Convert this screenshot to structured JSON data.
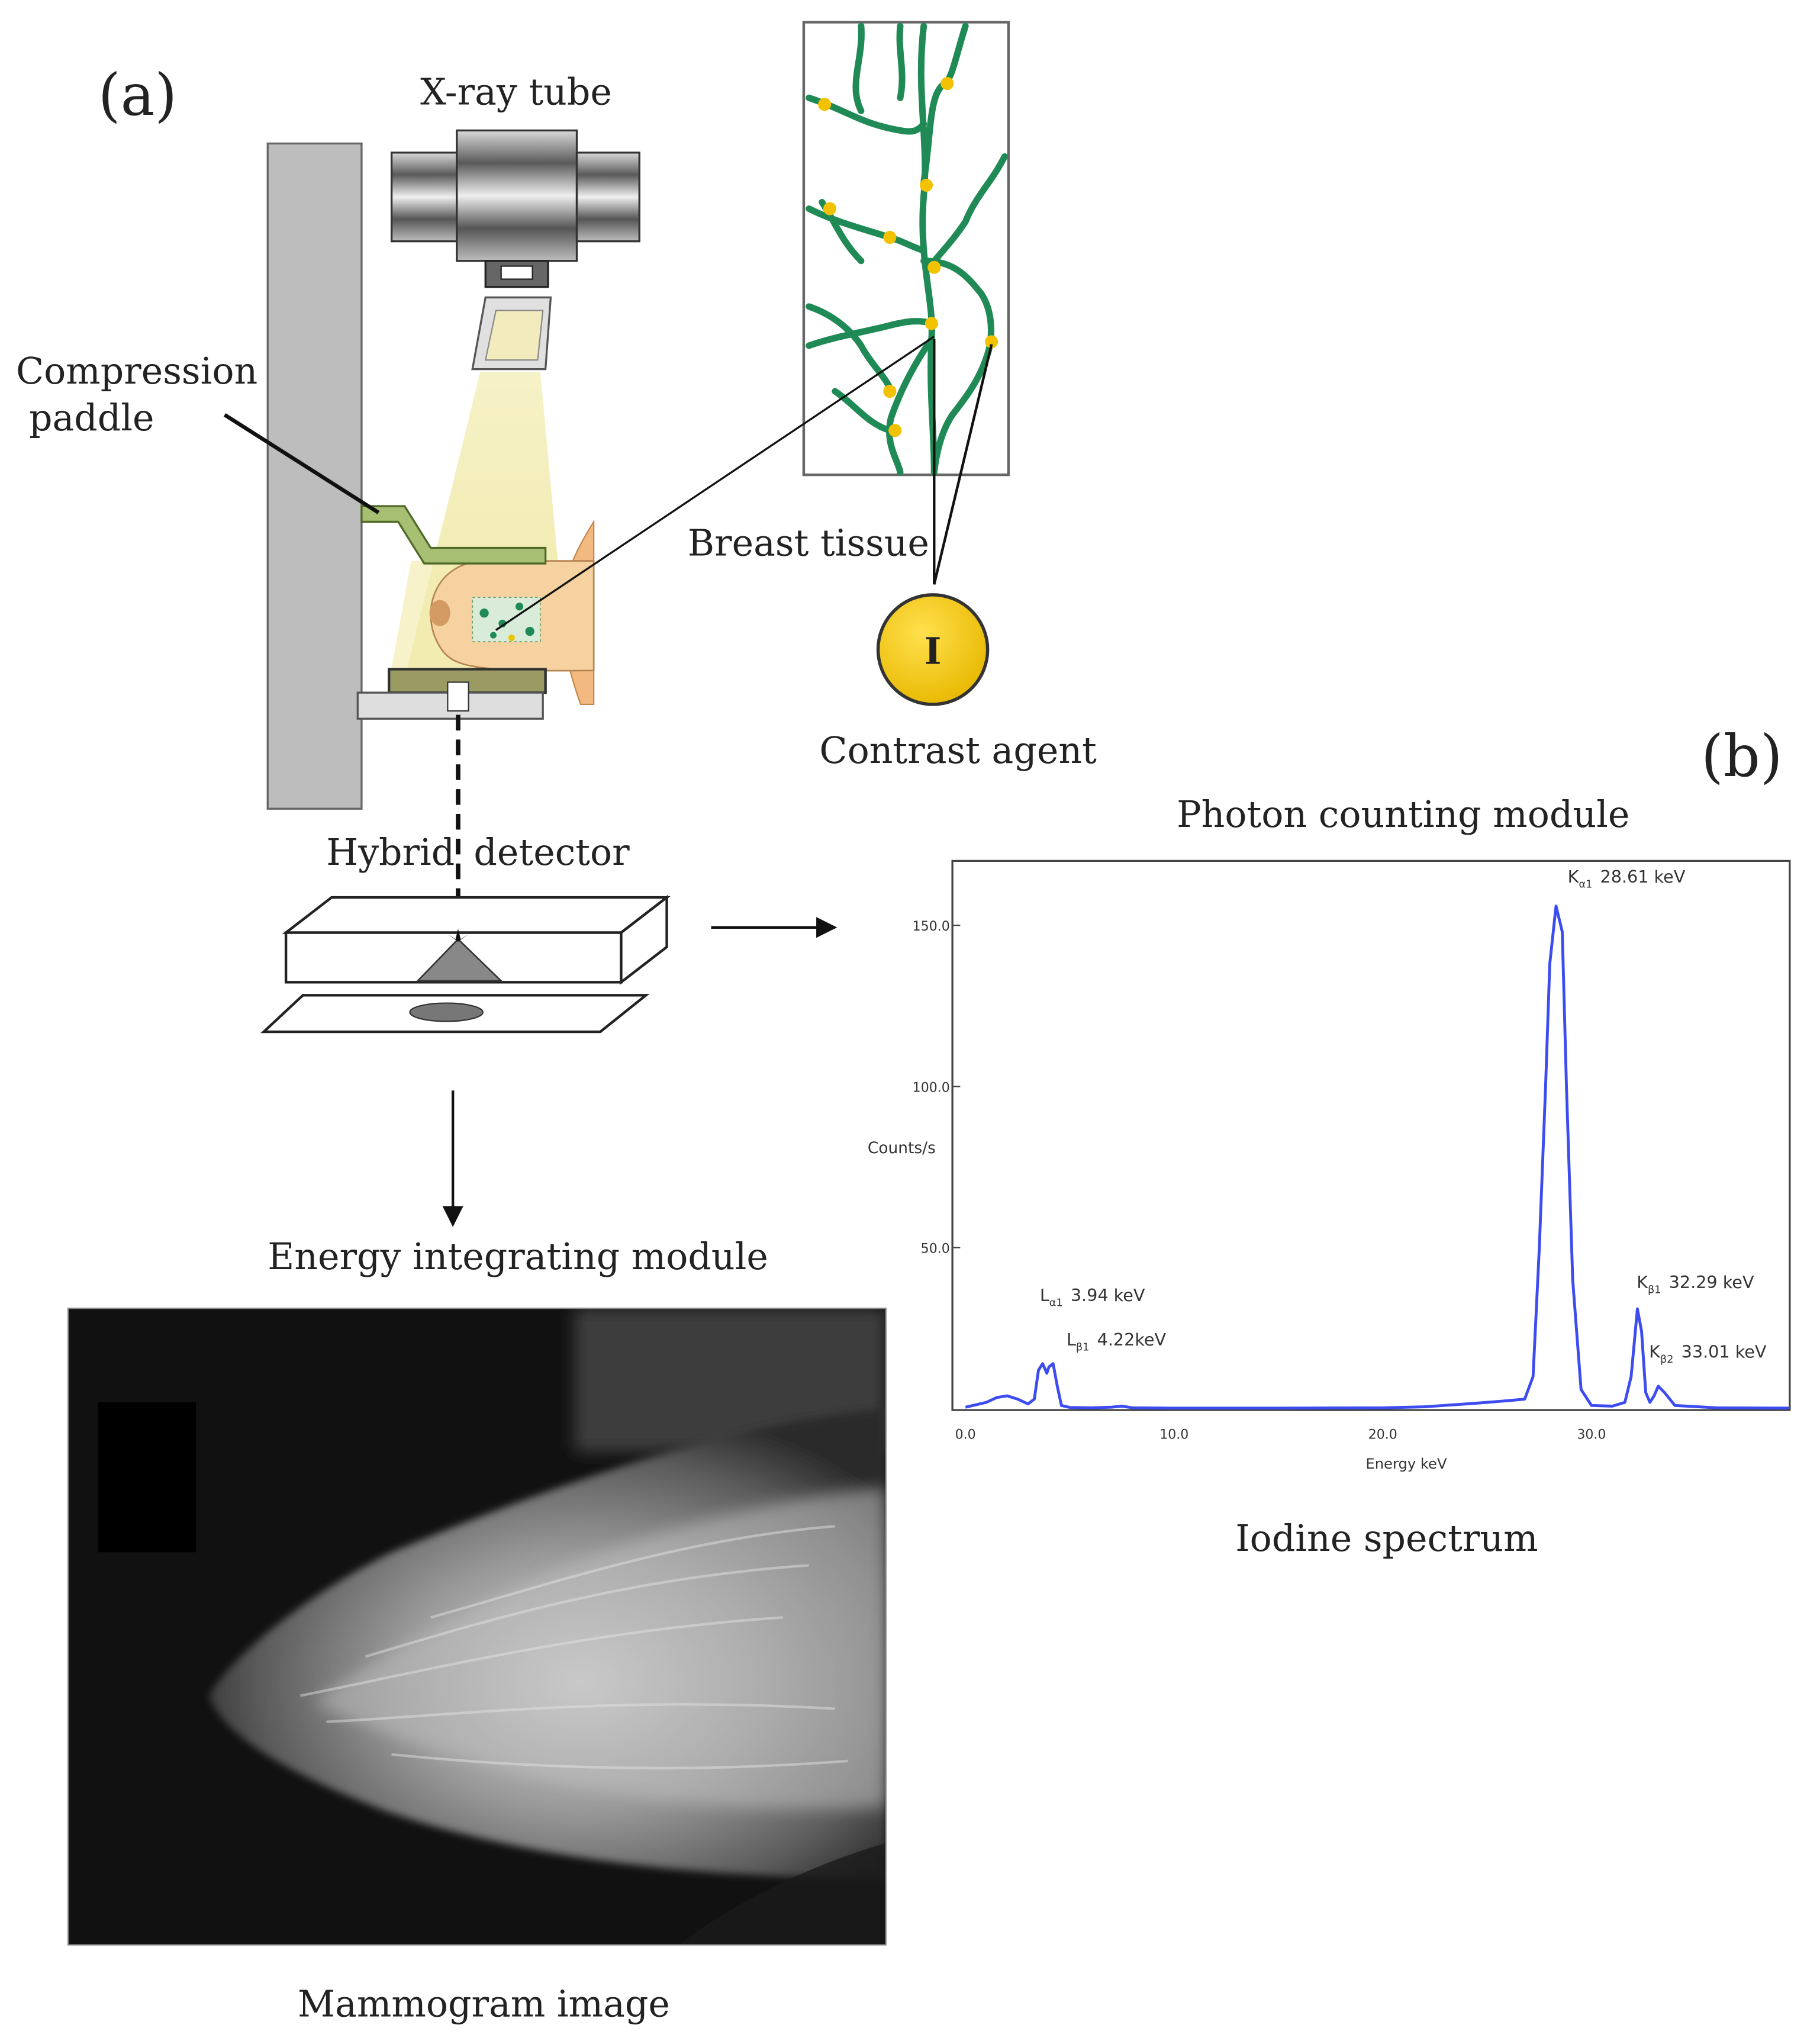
{
  "panel_a": {
    "label": "(a)",
    "xray_tube_label": "X-ray tube",
    "compression_paddle_label": [
      "Compression",
      "paddle"
    ],
    "breast_tissue_label": "Breast tissue",
    "contrast_agent_label": "Contrast agent",
    "contrast_agent_symbol": "I",
    "hybrid_detector_label_1": "Hybrid",
    "hybrid_detector_label_2": "detector",
    "energy_module_label": "Energy integrating module",
    "mammogram_label": "Mammogram image"
  },
  "panel_b": {
    "label": "(b)",
    "photon_module_label": "Photon counting module",
    "spectrum_label": "Iodine spectrum"
  },
  "colors": {
    "vessel": "#1f8a55",
    "agent": "#f2c200",
    "beam": "#f4eeb0",
    "paddle": "#a7bf73",
    "breast": "#f0c08a",
    "spectrum_line": "#3d4cf0"
  },
  "chart_data": {
    "type": "line",
    "title": "",
    "xlabel": "Energy keV",
    "ylabel": "Counts/s",
    "xlim": [
      0,
      39.5
    ],
    "ylim": [
      0,
      170
    ],
    "x_ticks": [
      "0.0",
      "10.0",
      "20.0",
      "30.0"
    ],
    "x_tick_values": [
      0,
      10,
      20,
      30
    ],
    "y_ticks": [
      "50.0",
      "100.0",
      "150.0"
    ],
    "y_tick_values": [
      50,
      100,
      150
    ],
    "series": [
      {
        "x": [
          0.0,
          1.0,
          1.5,
          2.0,
          2.5,
          3.0,
          3.3,
          3.5,
          3.7,
          3.9,
          4.0,
          4.2,
          4.4,
          4.6,
          5.0,
          6.0,
          7.0,
          7.5,
          8.0,
          10.0,
          15.0,
          20.0,
          22.0,
          24.0,
          25.0,
          26.0,
          26.8,
          27.2,
          27.5,
          27.8,
          28.0,
          28.3,
          28.6,
          28.8,
          29.1,
          29.5,
          30.0,
          31.0,
          31.6,
          31.9,
          32.2,
          32.4,
          32.6,
          32.8,
          33.0,
          33.2,
          33.5,
          34.0,
          36.0,
          39.5
        ],
        "y": [
          0.5,
          2,
          3.5,
          4,
          3,
          1.5,
          3,
          12,
          14,
          11,
          13,
          14,
          7,
          1,
          0.4,
          0.3,
          0.5,
          0.8,
          0.3,
          0.2,
          0.2,
          0.3,
          0.6,
          1.5,
          2,
          2.5,
          3,
          10,
          50,
          100,
          138,
          156,
          148,
          100,
          40,
          6,
          1,
          0.8,
          2,
          10,
          31,
          24,
          5,
          2,
          4,
          7,
          5,
          1,
          0.3,
          0.2
        ]
      }
    ],
    "annotations": [
      {
        "main": "K",
        "sub": "α1",
        "text": "28.61 keV",
        "x": 28.61,
        "y": 156
      },
      {
        "main": "K",
        "sub": "β1",
        "text": "32.29 keV",
        "x": 32.29,
        "y": 31
      },
      {
        "main": "K",
        "sub": "β2",
        "text": "33.01 keV",
        "x": 33.01,
        "y": 7
      },
      {
        "main": "L",
        "sub": "α1",
        "text": "3.94 keV",
        "x": 3.94,
        "y": 14
      },
      {
        "main": "L",
        "sub": "β1",
        "text": "4.22keV",
        "x": 4.22,
        "y": 14
      }
    ]
  }
}
